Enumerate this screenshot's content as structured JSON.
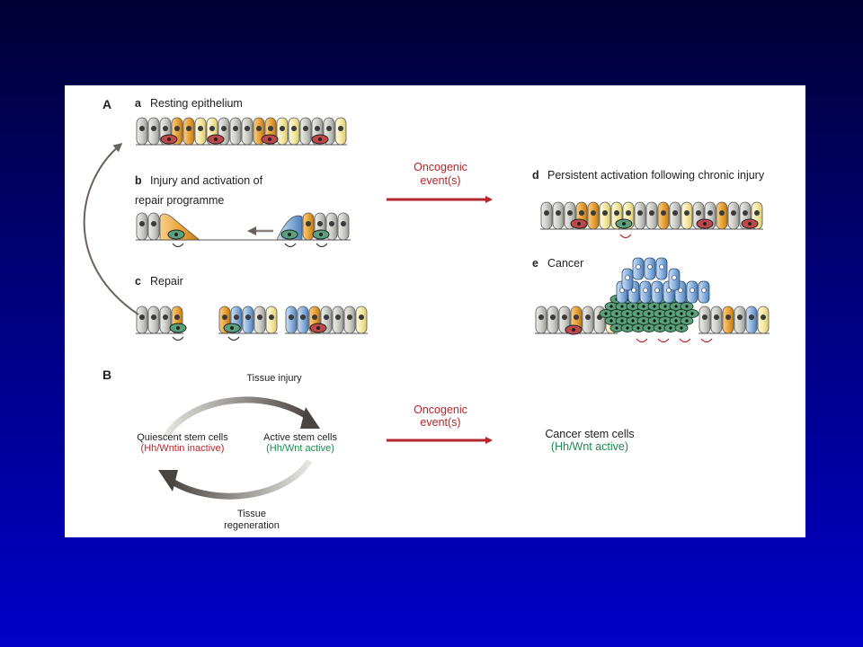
{
  "panel_A": {
    "letter": "A",
    "a": {
      "letter": "a",
      "title": "Resting epithelium"
    },
    "b": {
      "letter": "b",
      "title_line1": "Injury and activation of",
      "title_line2": "repair programme"
    },
    "c": {
      "letter": "c",
      "title": "Repair"
    },
    "d": {
      "letter": "d",
      "title": "Persistent activation following chronic injury"
    },
    "e": {
      "letter": "e",
      "title": "Cancer"
    },
    "arrow_label_line1": "Oncogenic",
    "arrow_label_line2": "event(s)"
  },
  "panel_B": {
    "letter": "B",
    "tissue_injury": "Tissue injury",
    "tissue_regeneration_line1": "Tissue",
    "tissue_regeneration_line2": "regeneration",
    "quiescent_line1": "Quiescent stem cells",
    "quiescent_line2": "(Hh/Wntin inactive)",
    "active_line1": "Active stem cells",
    "active_line2": "(Hh/Wnt active)",
    "arrow_label_line1": "Oncogenic",
    "arrow_label_line2": "event(s)",
    "cancer_line1": "Cancer stem cells",
    "cancer_line2": "(Hh/Wnt active)"
  },
  "colors": {
    "arrow_red": "#b3262b",
    "label_red": "#b3262b",
    "label_green": "#1b8a4e",
    "cell_grey": "#c9c9c6",
    "cell_yellow": "#f3e7a2",
    "cell_orange": "#e9a43a",
    "cell_blue": "#8db3de",
    "stem_green": "#5aa07a",
    "nucleus_red": "#c0474a"
  }
}
